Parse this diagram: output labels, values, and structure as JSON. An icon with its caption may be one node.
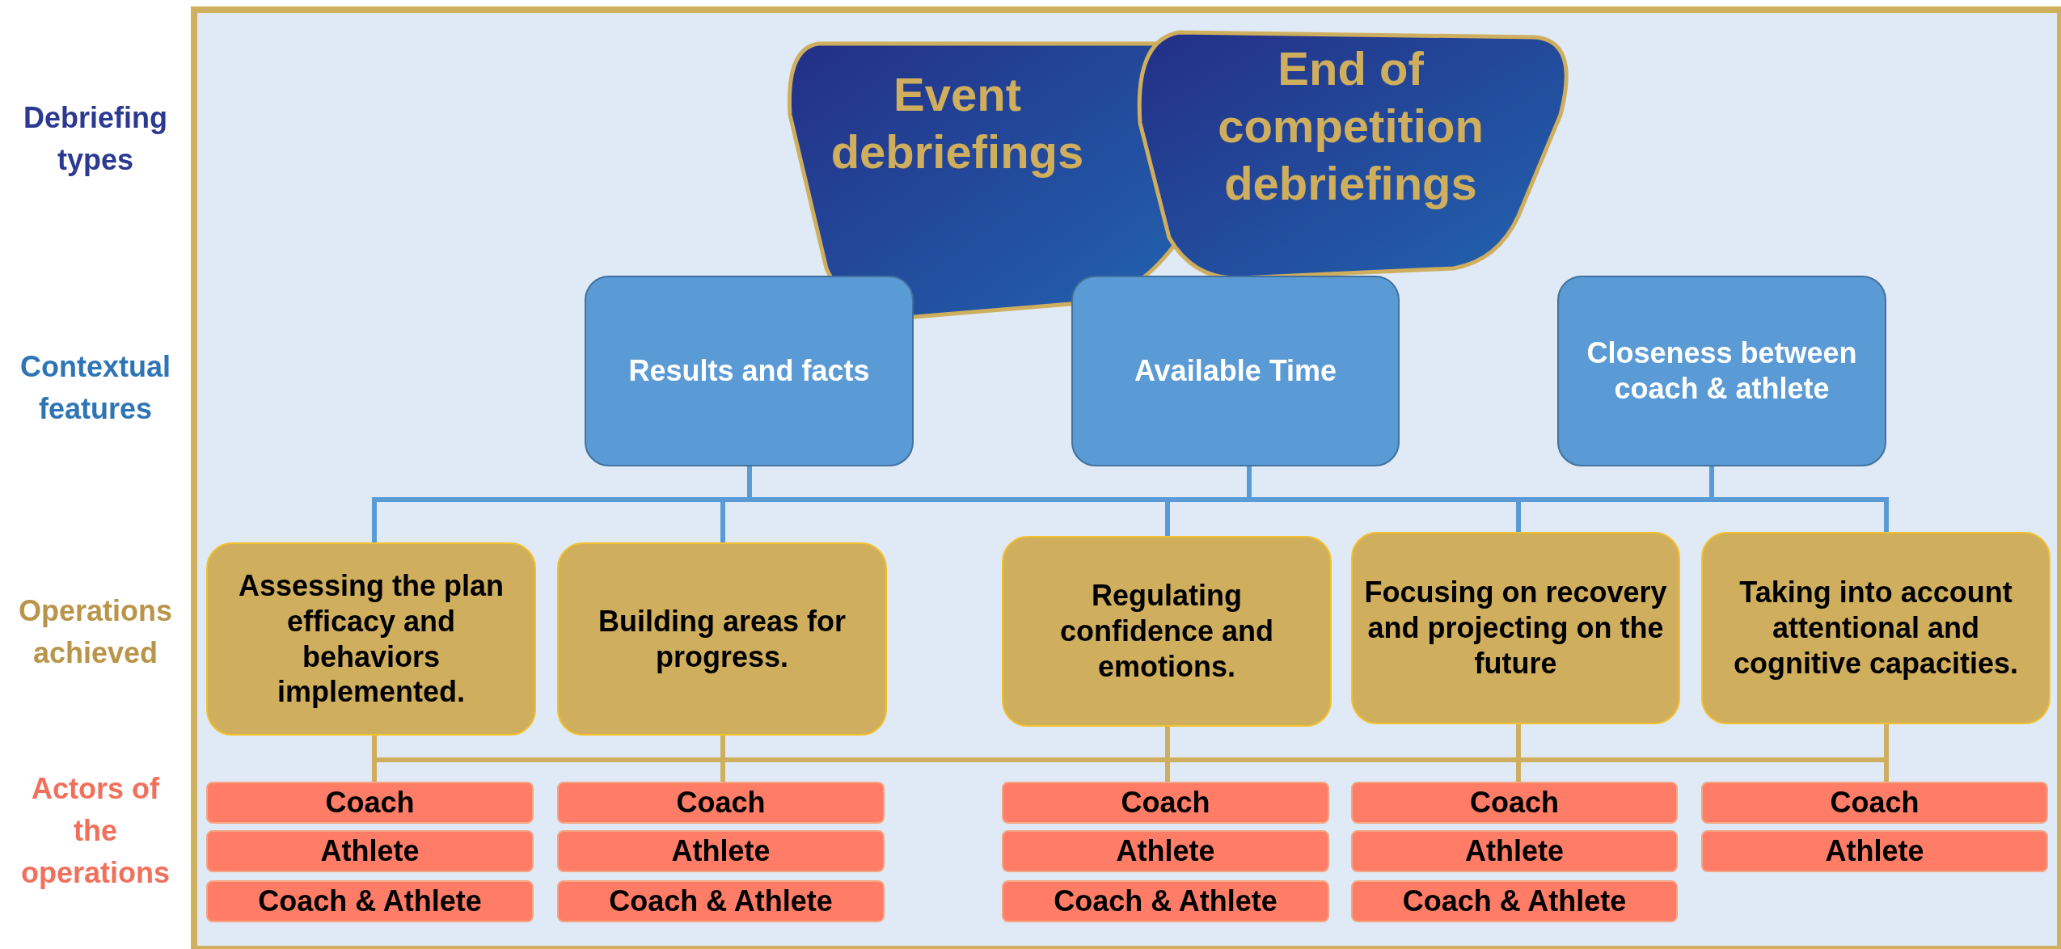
{
  "diagram": {
    "nodes": [
      {
        "text": [
          "Event debriefings"
        ]
      },
      {
        "text": [
          "End of competition debriefings"
        ]
      },
      {
        "text": [
          "Results and facts"
        ]
      },
      {
        "text": [
          "Available Time"
        ]
      },
      {
        "text": [
          "Closeness between coach & athlete"
        ]
      },
      {
        "text": [
          "Assessing the plan efficacy and behaviors implemented."
        ]
      },
      {
        "text": [
          "Building areas for progress."
        ]
      },
      {
        "text": [
          "Regulating confidence and emotions."
        ]
      },
      {
        "text": [
          "Focusing on recovery and projecting on the future"
        ]
      },
      {
        "text": [
          "Taking into account attentional and cognitive capacities."
        ]
      },
      {
        "text": [
          "Coach"
        ]
      },
      {
        "text": [
          "Coach"
        ]
      },
      {
        "text": [
          "Coach"
        ]
      },
      {
        "text": [
          "Coach"
        ]
      },
      {
        "text": [
          "Coach"
        ]
      },
      {
        "text": [
          "Athlete"
        ]
      },
      {
        "text": [
          "Athlete"
        ]
      },
      {
        "text": [
          "Athlete"
        ]
      },
      {
        "text": [
          "Athlete"
        ]
      },
      {
        "text": [
          "Athlete"
        ]
      },
      {
        "text": [
          "Coach & Athlete"
        ]
      },
      {
        "text": [
          "Coach & Athlete"
        ]
      },
      {
        "text": [
          "Coach & Athlete"
        ]
      },
      {
        "text": [
          "Coach & Athlete"
        ]
      }
    ],
    "edges": [
      {
        "from": 2,
        "to": 5,
        "arrow": "none",
        "color": "#5b9bd5"
      },
      {
        "from": 2,
        "to": 6,
        "arrow": "none",
        "color": "#5b9bd5"
      },
      {
        "from": 2,
        "to": 7,
        "arrow": "none",
        "color": "#5b9bd5"
      },
      {
        "from": 2,
        "to": 8,
        "arrow": "none",
        "color": "#5b9bd5"
      },
      {
        "from": 2,
        "to": 9,
        "arrow": "none",
        "color": "#5b9bd5"
      },
      {
        "from": 3,
        "to": 5,
        "arrow": "none",
        "color": "#5b9bd5"
      },
      {
        "from": 3,
        "to": 6,
        "arrow": "none",
        "color": "#5b9bd5"
      },
      {
        "from": 3,
        "to": 7,
        "arrow": "none",
        "color": "#5b9bd5"
      },
      {
        "from": 3,
        "to": 8,
        "arrow": "none",
        "color": "#5b9bd5"
      },
      {
        "from": 3,
        "to": 9,
        "arrow": "none",
        "color": "#5b9bd5"
      },
      {
        "from": 4,
        "to": 5,
        "arrow": "none",
        "color": "#5b9bd5"
      },
      {
        "from": 4,
        "to": 6,
        "arrow": "none",
        "color": "#5b9bd5"
      },
      {
        "from": 4,
        "to": 7,
        "arrow": "none",
        "color": "#5b9bd5"
      },
      {
        "from": 4,
        "to": 8,
        "arrow": "none",
        "color": "#5b9bd5"
      },
      {
        "from": 4,
        "to": 9,
        "arrow": "none",
        "color": "#5b9bd5"
      },
      {
        "from": 5,
        "to": 10,
        "arrow": "none"
      },
      {
        "from": 5,
        "to": 11,
        "arrow": "none"
      },
      {
        "from": 5,
        "to": 12,
        "arrow": "none"
      },
      {
        "from": 5,
        "to": 13,
        "arrow": "none"
      },
      {
        "from": 5,
        "to": 14,
        "arrow": "none"
      },
      {
        "from": 6,
        "to": 10,
        "arrow": "none"
      },
      {
        "from": 6,
        "to": 11,
        "arrow": "none"
      },
      {
        "from": 6,
        "to": 12,
        "arrow": "none"
      },
      {
        "from": 6,
        "to": 13,
        "arrow": "none"
      },
      {
        "from": 6,
        "to": 14,
        "arrow": "none"
      },
      {
        "from": 7,
        "to": 10,
        "arrow": "none"
      },
      {
        "from": 7,
        "to": 11,
        "arrow": "none"
      },
      {
        "from": 7,
        "to": 12,
        "arrow": "none"
      },
      {
        "from": 7,
        "to": 13,
        "arrow": "none"
      },
      {
        "from": 7,
        "to": 14,
        "arrow": "none"
      },
      {
        "from": 8,
        "to": 10,
        "arrow": "none"
      },
      {
        "from": 8,
        "to": 11,
        "arrow": "none"
      },
      {
        "from": 8,
        "to": 12,
        "arrow": "none"
      },
      {
        "from": 8,
        "to": 13,
        "arrow": "none"
      },
      {
        "from": 8,
        "to": 14,
        "arrow": "none"
      },
      {
        "from": 9,
        "to": 10,
        "arrow": "none"
      },
      {
        "from": 9,
        "to": 11,
        "arrow": "none"
      },
      {
        "from": 9,
        "to": 12,
        "arrow": "none"
      },
      {
        "from": 9,
        "to": 13,
        "arrow": "none"
      },
      {
        "from": 9,
        "to": 14,
        "arrow": "none"
      }
    ],
    "labels": [
      "Debriefing types",
      "Contextual features",
      "Operations achieved",
      "Actors of the operations"
    ]
  }
}
